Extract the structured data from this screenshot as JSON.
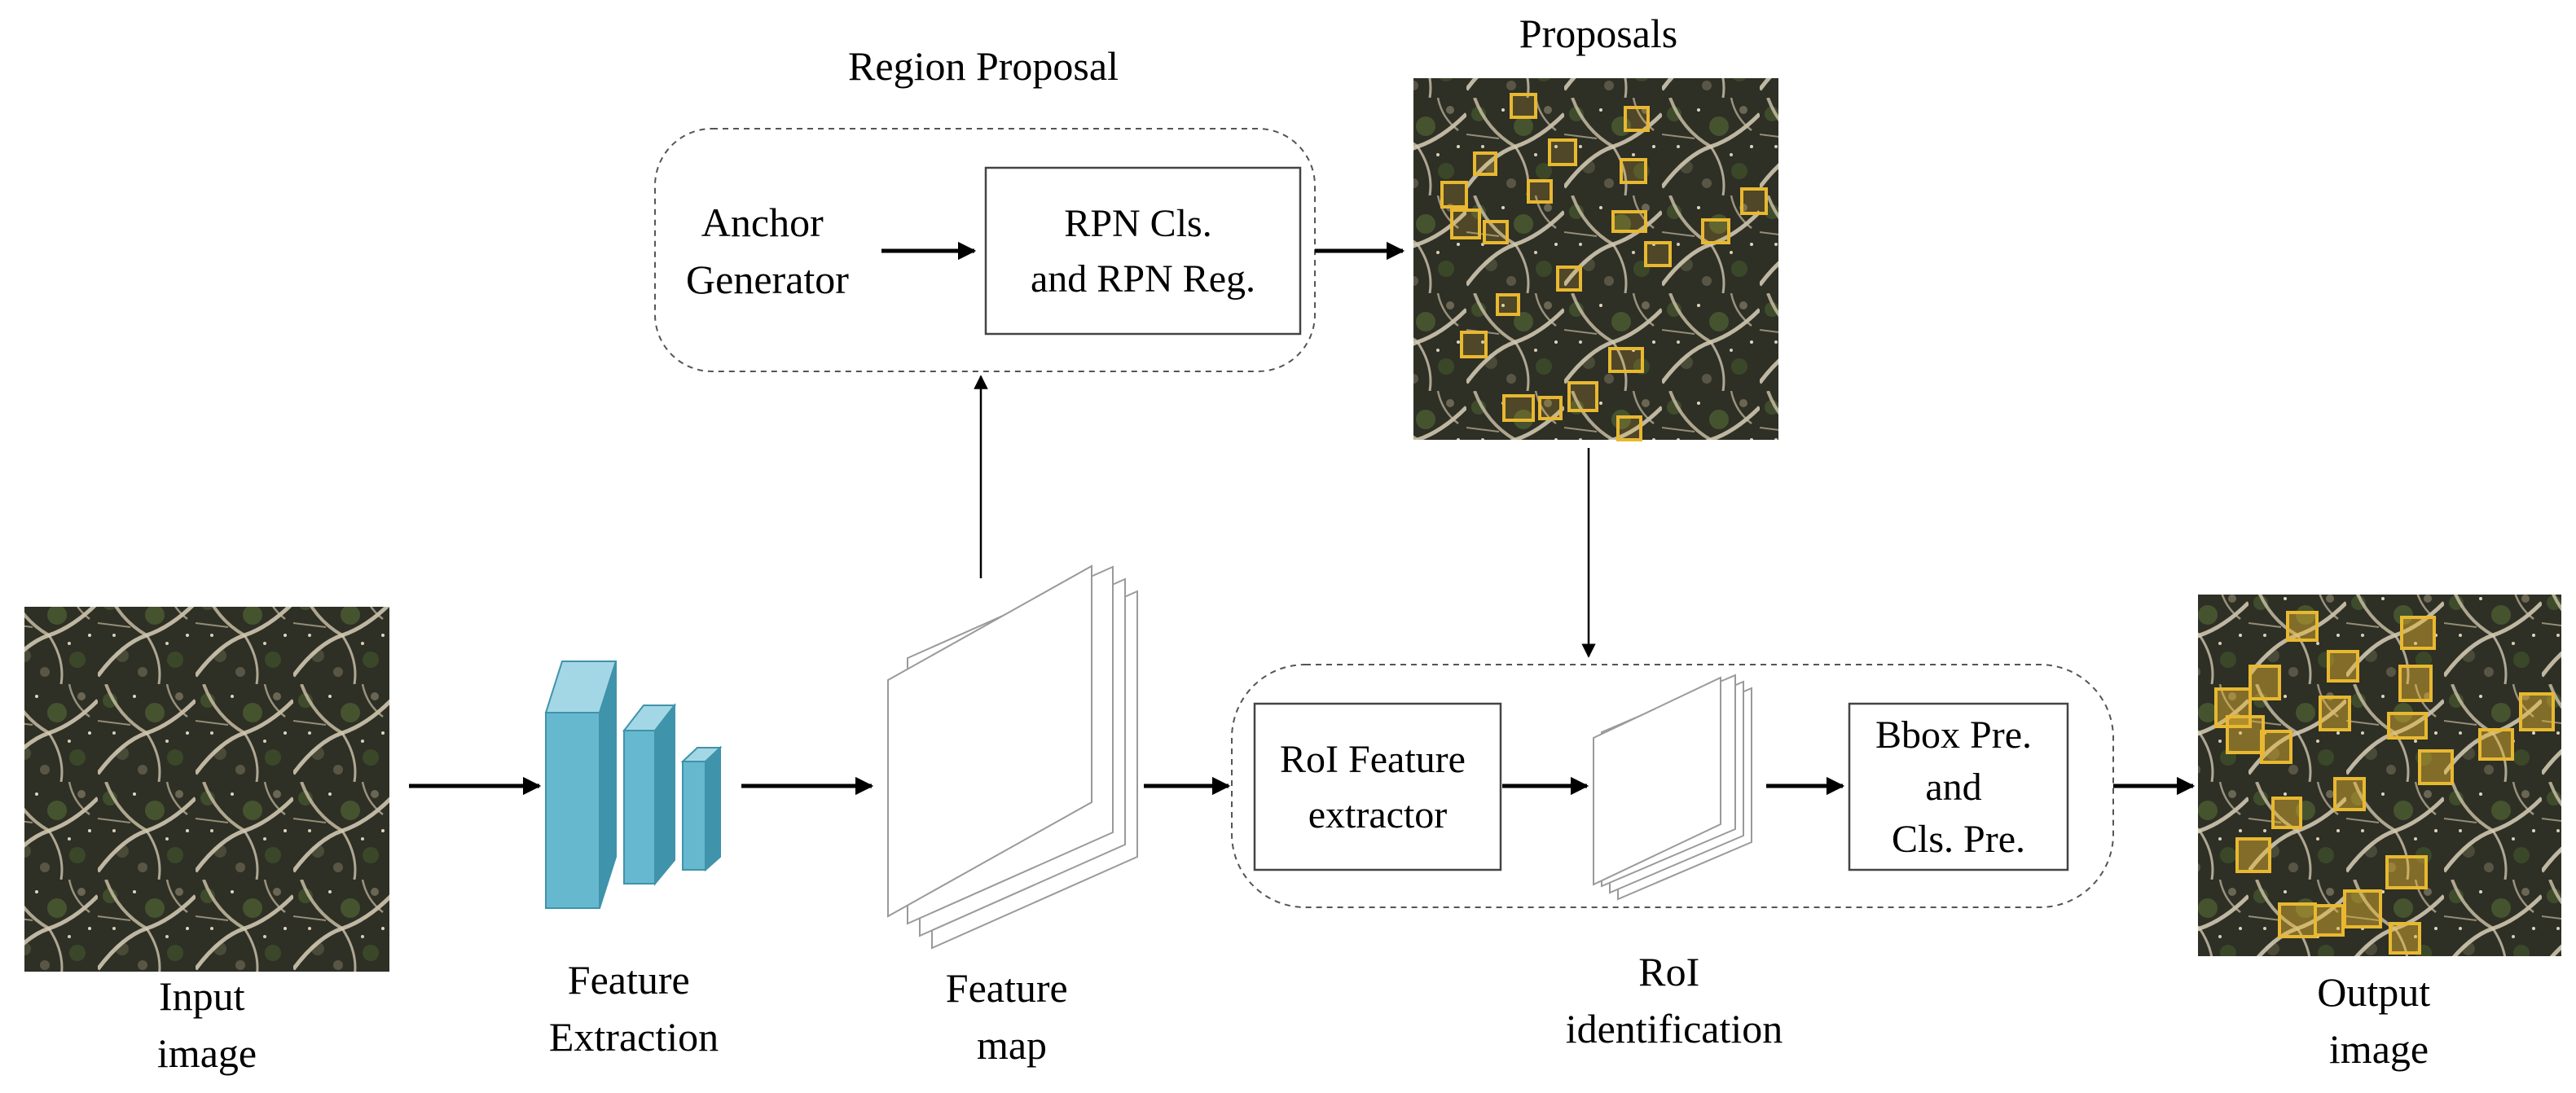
{
  "labels": {
    "input_image": [
      "Input",
      "image"
    ],
    "feature_extraction": [
      "Feature",
      "Extraction"
    ],
    "feature_map": [
      "Feature",
      "map"
    ],
    "region_proposal": "Region Proposal",
    "anchor_generator": [
      "Anchor",
      "Generator"
    ],
    "rpn": [
      "RPN Cls.",
      "and RPN Reg."
    ],
    "proposals": "Proposals",
    "roi_feature_extractor": [
      "RoI Feature",
      "extractor"
    ],
    "bbox_cls": [
      "Bbox Pre.",
      "and",
      "Cls. Pre."
    ],
    "roi_identification": [
      "RoI",
      "identification"
    ],
    "output_image": [
      "Output",
      "image"
    ]
  },
  "colors": {
    "cnn_block": "#66b8cf",
    "cnn_block_side": "#3f93ab",
    "cnn_block_top": "#a4d7e5",
    "detection_box": "#e8b830",
    "aerial_dark": "#2a2a22",
    "aerial_green": "#3c4a2c",
    "aerial_branch": "#d9cfb8"
  },
  "icons": {
    "input_image": "aerial-photo-icon",
    "proposals": "aerial-photo-with-boxes-icon",
    "output_image": "aerial-photo-with-detections-icon"
  }
}
